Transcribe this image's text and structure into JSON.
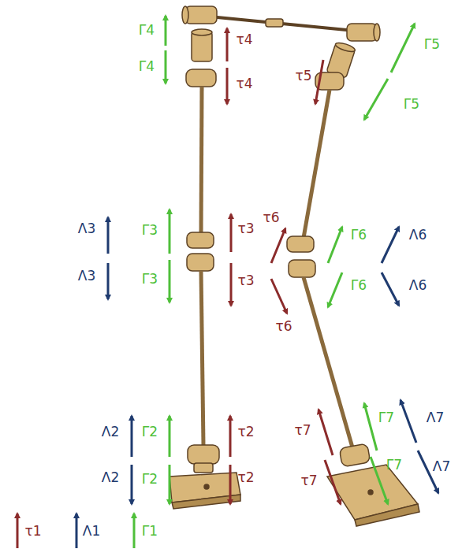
{
  "diagram": {
    "labels": [
      "Γ4",
      "Γ4",
      "τ4",
      "τ4",
      "τ5",
      "Γ5",
      "Γ5",
      "Λ3",
      "Λ3",
      "Γ3",
      "Γ3",
      "τ3",
      "τ3",
      "τ6",
      "τ6",
      "Γ6",
      "Γ6",
      "Λ6",
      "Λ6",
      "Λ2",
      "Λ2",
      "Γ2",
      "Γ2",
      "τ2",
      "τ2",
      "τ7",
      "τ7",
      "Γ7",
      "Γ7",
      "Λ7",
      "Λ7",
      "τ1",
      "Λ1",
      "Γ1"
    ]
  }
}
